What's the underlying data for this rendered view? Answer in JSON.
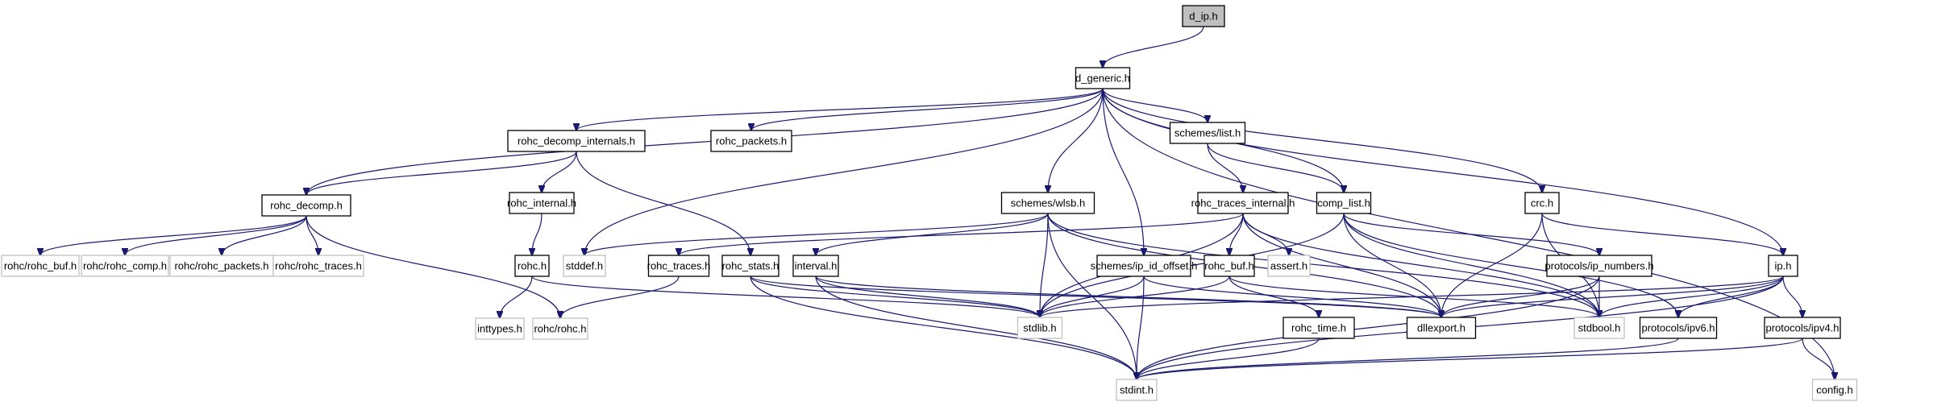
{
  "diagram": {
    "title": "d_ip.h include dependency graph",
    "colors": {
      "edge": "#191970",
      "root_fill": "#bfbfbf",
      "system_border": "#bfbfbf",
      "node_border": "#000000"
    },
    "nodes": [
      {
        "id": "d_ip",
        "label": "d_ip.h",
        "kind": "root"
      },
      {
        "id": "d_generic",
        "label": "d_generic.h",
        "kind": "project"
      },
      {
        "id": "rohc_decomp_internals",
        "label": "rohc_decomp_internals.h",
        "kind": "project"
      },
      {
        "id": "rohc_packets",
        "label": "rohc_packets.h",
        "kind": "project"
      },
      {
        "id": "schemes_list",
        "label": "schemes/list.h",
        "kind": "project"
      },
      {
        "id": "rohc_decomp",
        "label": "rohc_decomp.h",
        "kind": "project"
      },
      {
        "id": "rohc_internal",
        "label": "rohc_internal.h",
        "kind": "project"
      },
      {
        "id": "schemes_wlsb",
        "label": "schemes/wlsb.h",
        "kind": "project"
      },
      {
        "id": "rohc_traces_internal",
        "label": "rohc_traces_internal.h",
        "kind": "project"
      },
      {
        "id": "comp_list",
        "label": "comp_list.h",
        "kind": "project"
      },
      {
        "id": "crc",
        "label": "crc.h",
        "kind": "project"
      },
      {
        "id": "rohc_rohc_buf",
        "label": "rohc/rohc_buf.h",
        "kind": "system"
      },
      {
        "id": "rohc_rohc_comp",
        "label": "rohc/rohc_comp.h",
        "kind": "system"
      },
      {
        "id": "rohc_rohc_packets",
        "label": "rohc/rohc_packets.h",
        "kind": "system"
      },
      {
        "id": "rohc_rohc_traces",
        "label": "rohc/rohc_traces.h",
        "kind": "system"
      },
      {
        "id": "rohc_h",
        "label": "rohc.h",
        "kind": "project"
      },
      {
        "id": "stddef",
        "label": "stddef.h",
        "kind": "system"
      },
      {
        "id": "rohc_traces",
        "label": "rohc_traces.h",
        "kind": "project"
      },
      {
        "id": "rohc_stats",
        "label": "rohc_stats.h",
        "kind": "project"
      },
      {
        "id": "interval",
        "label": "interval.h",
        "kind": "project"
      },
      {
        "id": "schemes_ip_id_offset",
        "label": "schemes/ip_id_offset.h",
        "kind": "project"
      },
      {
        "id": "rohc_buf",
        "label": "rohc_buf.h",
        "kind": "project"
      },
      {
        "id": "assert",
        "label": "assert.h",
        "kind": "system"
      },
      {
        "id": "protocols_ip_numbers",
        "label": "protocols/ip_numbers.h",
        "kind": "project"
      },
      {
        "id": "ip",
        "label": "ip.h",
        "kind": "project"
      },
      {
        "id": "inttypes",
        "label": "inttypes.h",
        "kind": "system"
      },
      {
        "id": "rohc_rohc",
        "label": "rohc/rohc.h",
        "kind": "system"
      },
      {
        "id": "stdlib",
        "label": "stdlib.h",
        "kind": "system"
      },
      {
        "id": "rohc_time",
        "label": "rohc_time.h",
        "kind": "project"
      },
      {
        "id": "dllexport",
        "label": "dllexport.h",
        "kind": "project"
      },
      {
        "id": "stdbool",
        "label": "stdbool.h",
        "kind": "system"
      },
      {
        "id": "protocols_ipv6",
        "label": "protocols/ipv6.h",
        "kind": "project"
      },
      {
        "id": "protocols_ipv4",
        "label": "protocols/ipv4.h",
        "kind": "project"
      },
      {
        "id": "stdint",
        "label": "stdint.h",
        "kind": "system"
      },
      {
        "id": "config",
        "label": "config.h",
        "kind": "system"
      }
    ],
    "edges": [
      [
        "d_ip",
        "d_generic"
      ],
      [
        "d_generic",
        "rohc_decomp"
      ],
      [
        "d_generic",
        "rohc_decomp_internals"
      ],
      [
        "d_generic",
        "rohc_packets"
      ],
      [
        "d_generic",
        "stddef"
      ],
      [
        "d_generic",
        "schemes_wlsb"
      ],
      [
        "d_generic",
        "schemes_ip_id_offset"
      ],
      [
        "d_generic",
        "schemes_list"
      ],
      [
        "d_generic",
        "comp_list"
      ],
      [
        "d_generic",
        "crc"
      ],
      [
        "d_generic",
        "ip"
      ],
      [
        "d_generic",
        "config"
      ],
      [
        "rohc_decomp_internals",
        "rohc_decomp"
      ],
      [
        "rohc_decomp_internals",
        "rohc_internal"
      ],
      [
        "rohc_decomp_internals",
        "rohc_stats"
      ],
      [
        "rohc_decomp",
        "rohc_rohc_buf"
      ],
      [
        "rohc_decomp",
        "rohc_rohc_comp"
      ],
      [
        "rohc_decomp",
        "rohc_rohc_packets"
      ],
      [
        "rohc_decomp",
        "rohc_rohc_traces"
      ],
      [
        "rohc_decomp",
        "rohc_rohc"
      ],
      [
        "rohc_internal",
        "rohc_h"
      ],
      [
        "rohc_h",
        "inttypes"
      ],
      [
        "rohc_h",
        "stdlib"
      ],
      [
        "rohc_traces",
        "rohc_rohc"
      ],
      [
        "schemes_wlsb",
        "stddef"
      ],
      [
        "schemes_wlsb",
        "interval"
      ],
      [
        "schemes_wlsb",
        "stdlib"
      ],
      [
        "schemes_wlsb",
        "stdint"
      ],
      [
        "schemes_wlsb",
        "dllexport"
      ],
      [
        "schemes_wlsb",
        "stdbool"
      ],
      [
        "rohc_stats",
        "stdlib"
      ],
      [
        "rohc_stats",
        "stdint"
      ],
      [
        "rohc_stats",
        "dllexport"
      ],
      [
        "interval",
        "stdlib"
      ],
      [
        "interval",
        "stdint"
      ],
      [
        "interval",
        "dllexport"
      ],
      [
        "schemes_list",
        "rohc_traces_internal"
      ],
      [
        "schemes_list",
        "comp_list"
      ],
      [
        "rohc_traces_internal",
        "rohc_traces"
      ],
      [
        "rohc_traces_internal",
        "rohc_buf"
      ],
      [
        "rohc_traces_internal",
        "assert"
      ],
      [
        "rohc_traces_internal",
        "stdlib"
      ],
      [
        "rohc_traces_internal",
        "dllexport"
      ],
      [
        "rohc_traces_internal",
        "stdbool"
      ],
      [
        "comp_list",
        "stdlib"
      ],
      [
        "comp_list",
        "dllexport"
      ],
      [
        "comp_list",
        "protocols_ip_numbers"
      ],
      [
        "comp_list",
        "stdbool"
      ],
      [
        "comp_list",
        "protocols_ipv6"
      ],
      [
        "crc",
        "dllexport"
      ],
      [
        "crc",
        "ip"
      ],
      [
        "crc",
        "stdbool"
      ],
      [
        "schemes_ip_id_offset",
        "stdlib"
      ],
      [
        "schemes_ip_id_offset",
        "stdint"
      ],
      [
        "schemes_ip_id_offset",
        "dllexport"
      ],
      [
        "rohc_buf",
        "stdlib"
      ],
      [
        "rohc_buf",
        "rohc_time"
      ],
      [
        "rohc_buf",
        "stdbool"
      ],
      [
        "rohc_time",
        "stdint"
      ],
      [
        "protocols_ip_numbers",
        "dllexport"
      ],
      [
        "protocols_ip_numbers",
        "stdbool"
      ],
      [
        "protocols_ip_numbers",
        "stdint"
      ],
      [
        "ip",
        "stdlib"
      ],
      [
        "ip",
        "dllexport"
      ],
      [
        "ip",
        "stdbool"
      ],
      [
        "ip",
        "protocols_ipv6"
      ],
      [
        "ip",
        "protocols_ipv4"
      ],
      [
        "ip",
        "stdint"
      ],
      [
        "protocols_ipv6",
        "stdint"
      ],
      [
        "protocols_ipv4",
        "stdint"
      ],
      [
        "protocols_ipv4",
        "config"
      ]
    ]
  }
}
